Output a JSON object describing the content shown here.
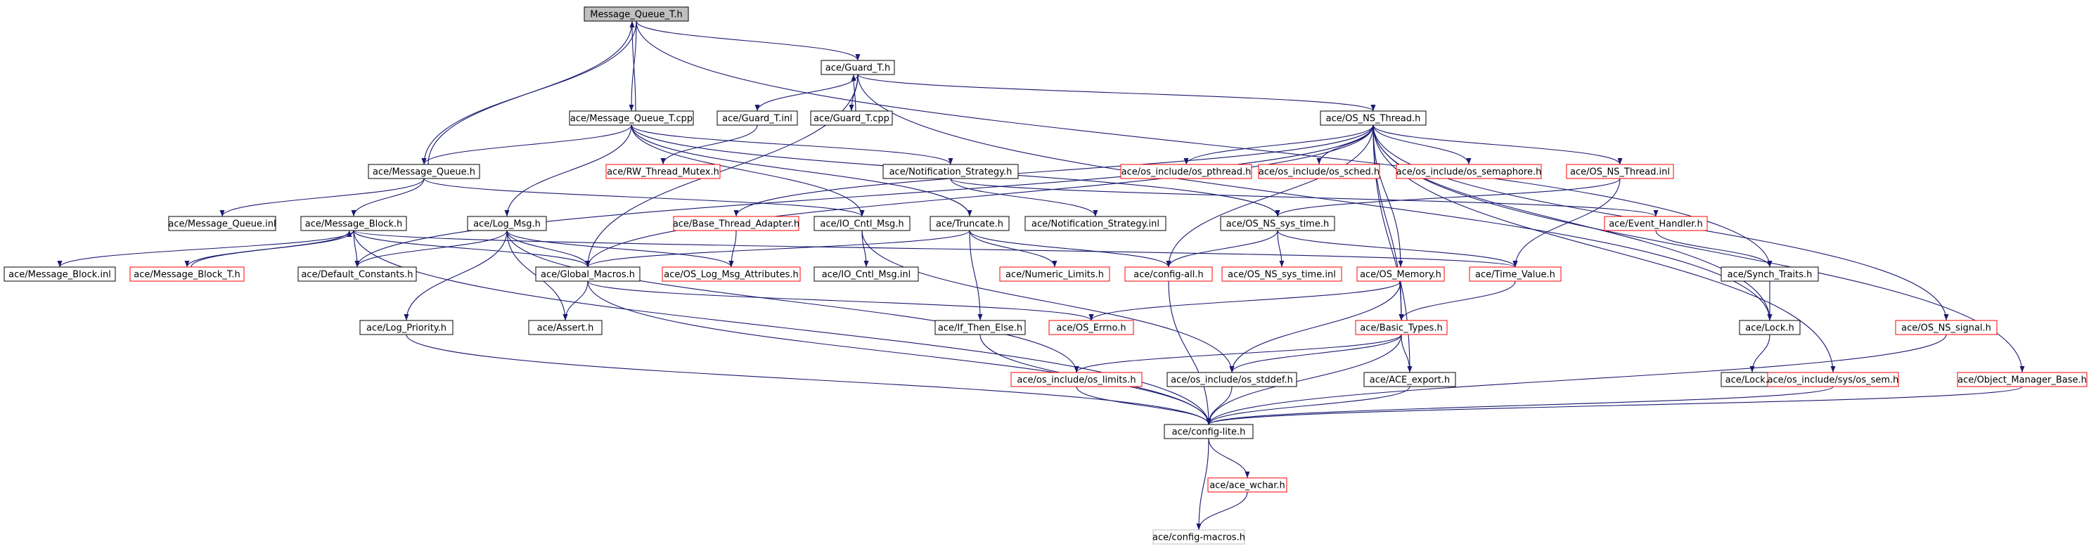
{
  "colors": {
    "edge": "#191970",
    "root_fill": "#bfbfbf",
    "box_border": "#000000",
    "missing_border": "#ff0000",
    "unavailable_border": "#bfbfbf"
  },
  "nodes": [
    {
      "id": "mq_t_h",
      "label": "Message_Queue_T.h",
      "style": "root"
    },
    {
      "id": "guard_t_h",
      "label": "ace/Guard_T.h",
      "style": "normal"
    },
    {
      "id": "guard_t_inl",
      "label": "ace/Guard_T.inl",
      "style": "normal"
    },
    {
      "id": "guard_t_cpp",
      "label": "ace/Guard_T.cpp",
      "style": "normal"
    },
    {
      "id": "mq_t_cpp",
      "label": "ace/Message_Queue_T.cpp",
      "style": "normal"
    },
    {
      "id": "os_ns_thread_h",
      "label": "ace/OS_NS_Thread.h",
      "style": "normal"
    },
    {
      "id": "mq_h",
      "label": "ace/Message_Queue.h",
      "style": "normal"
    },
    {
      "id": "rw_thread_mutex",
      "label": "ace/RW_Thread_Mutex.h",
      "style": "missing"
    },
    {
      "id": "notif_strategy_h",
      "label": "ace/Notification_Strategy.h",
      "style": "normal"
    },
    {
      "id": "pthread",
      "label": "ace/os_include/os_pthread.h",
      "style": "missing"
    },
    {
      "id": "sched",
      "label": "ace/os_include/os_sched.h",
      "style": "missing"
    },
    {
      "id": "semaphore",
      "label": "ace/os_include/os_semaphore.h",
      "style": "missing"
    },
    {
      "id": "os_ns_thread_inl",
      "label": "ace/OS_NS_Thread.inl",
      "style": "missing"
    },
    {
      "id": "mq_inl",
      "label": "ace/Message_Queue.inl",
      "style": "normal"
    },
    {
      "id": "msg_block_h",
      "label": "ace/Message_Block.h",
      "style": "normal"
    },
    {
      "id": "log_msg_h",
      "label": "ace/Log_Msg.h",
      "style": "normal"
    },
    {
      "id": "base_thread_adapter",
      "label": "ace/Base_Thread_Adapter.h",
      "style": "missing"
    },
    {
      "id": "io_cntl_msg_h",
      "label": "ace/IO_Cntl_Msg.h",
      "style": "normal"
    },
    {
      "id": "truncate_h",
      "label": "ace/Truncate.h",
      "style": "normal"
    },
    {
      "id": "notif_strategy_inl",
      "label": "ace/Notification_Strategy.inl",
      "style": "normal"
    },
    {
      "id": "os_ns_sys_time_h",
      "label": "ace/OS_NS_sys_time.h",
      "style": "normal"
    },
    {
      "id": "event_handler",
      "label": "ace/Event_Handler.h",
      "style": "missing"
    },
    {
      "id": "msg_block_inl",
      "label": "ace/Message_Block.inl",
      "style": "normal"
    },
    {
      "id": "msg_block_t_h",
      "label": "ace/Message_Block_T.h",
      "style": "missing"
    },
    {
      "id": "default_constants",
      "label": "ace/Default_Constants.h",
      "style": "normal"
    },
    {
      "id": "global_macros",
      "label": "ace/Global_Macros.h",
      "style": "normal"
    },
    {
      "id": "log_msg_attributes",
      "label": "ace/OS_Log_Msg_Attributes.h",
      "style": "missing"
    },
    {
      "id": "io_cntl_msg_inl",
      "label": "ace/IO_Cntl_Msg.inl",
      "style": "normal"
    },
    {
      "id": "numeric_limits",
      "label": "ace/Numeric_Limits.h",
      "style": "missing"
    },
    {
      "id": "config_all",
      "label": "ace/config-all.h",
      "style": "missing"
    },
    {
      "id": "os_ns_sys_time_inl",
      "label": "ace/OS_NS_sys_time.inl",
      "style": "missing"
    },
    {
      "id": "os_memory",
      "label": "ace/OS_Memory.h",
      "style": "missing"
    },
    {
      "id": "time_value",
      "label": "ace/Time_Value.h",
      "style": "missing"
    },
    {
      "id": "synch_traits",
      "label": "ace/Synch_Traits.h",
      "style": "normal"
    },
    {
      "id": "log_priority",
      "label": "ace/Log_Priority.h",
      "style": "normal"
    },
    {
      "id": "assert_h",
      "label": "ace/Assert.h",
      "style": "normal"
    },
    {
      "id": "if_then_else",
      "label": "ace/If_Then_Else.h",
      "style": "normal"
    },
    {
      "id": "os_errno",
      "label": "ace/OS_Errno.h",
      "style": "missing"
    },
    {
      "id": "basic_types",
      "label": "ace/Basic_Types.h",
      "style": "missing"
    },
    {
      "id": "lock_h",
      "label": "ace/Lock.h",
      "style": "normal"
    },
    {
      "id": "os_ns_signal",
      "label": "ace/OS_NS_signal.h",
      "style": "missing"
    },
    {
      "id": "os_limits",
      "label": "ace/os_include/os_limits.h",
      "style": "missing"
    },
    {
      "id": "os_stddef",
      "label": "ace/os_include/os_stddef.h",
      "style": "normal"
    },
    {
      "id": "ace_export",
      "label": "ace/ACE_export.h",
      "style": "normal"
    },
    {
      "id": "lock_inl",
      "label": "ace/Lock.inl",
      "style": "normal"
    },
    {
      "id": "os_sem",
      "label": "ace/os_include/sys/os_sem.h",
      "style": "missing"
    },
    {
      "id": "obj_mgr_base",
      "label": "ace/Object_Manager_Base.h",
      "style": "missing"
    },
    {
      "id": "config_lite",
      "label": "ace/config-lite.h",
      "style": "normal"
    },
    {
      "id": "ace_wchar",
      "label": "ace/ace_wchar.h",
      "style": "missing"
    },
    {
      "id": "config_macros",
      "label": "ace/config-macros.h",
      "style": "unavailable"
    }
  ],
  "edges": [
    [
      "mq_t_h",
      "guard_t_h"
    ],
    [
      "mq_t_h",
      "mq_t_cpp"
    ],
    [
      "mq_t_h",
      "mq_h"
    ],
    [
      "mq_t_h",
      "synch_traits"
    ],
    [
      "guard_t_h",
      "guard_t_inl"
    ],
    [
      "guard_t_h",
      "guard_t_cpp"
    ],
    [
      "guard_t_h",
      "os_ns_thread_h"
    ],
    [
      "guard_t_h",
      "global_macros"
    ],
    [
      "guard_t_h",
      "lock_h"
    ],
    [
      "guard_t_cpp",
      "guard_t_h"
    ],
    [
      "guard_t_inl",
      "rw_thread_mutex"
    ],
    [
      "mq_t_cpp",
      "mq_h"
    ],
    [
      "mq_t_cpp",
      "mq_t_h"
    ],
    [
      "mq_t_cpp",
      "notif_strategy_h"
    ],
    [
      "mq_t_cpp",
      "log_msg_h"
    ],
    [
      "mq_t_cpp",
      "io_cntl_msg_h"
    ],
    [
      "mq_t_cpp",
      "truncate_h"
    ],
    [
      "mq_t_cpp",
      "os_ns_sys_time_h"
    ],
    [
      "mq_h",
      "mq_inl"
    ],
    [
      "mq_h",
      "msg_block_h"
    ],
    [
      "mq_h",
      "io_cntl_msg_h"
    ],
    [
      "mq_h",
      "mq_t_h"
    ],
    [
      "notif_strategy_h",
      "notif_strategy_inl"
    ],
    [
      "notif_strategy_h",
      "event_handler"
    ],
    [
      "os_ns_thread_h",
      "pthread"
    ],
    [
      "os_ns_thread_h",
      "sched"
    ],
    [
      "os_ns_thread_h",
      "semaphore"
    ],
    [
      "os_ns_thread_h",
      "os_ns_thread_inl"
    ],
    [
      "os_ns_thread_h",
      "base_thread_adapter"
    ],
    [
      "os_ns_thread_h",
      "config_all"
    ],
    [
      "os_ns_thread_h",
      "global_macros"
    ],
    [
      "os_ns_thread_h",
      "default_constants"
    ],
    [
      "os_ns_thread_h",
      "os_memory"
    ],
    [
      "os_ns_thread_h",
      "basic_types"
    ],
    [
      "os_ns_thread_h",
      "os_sem"
    ],
    [
      "os_ns_thread_h",
      "os_ns_signal"
    ],
    [
      "os_ns_thread_h",
      "obj_mgr_base"
    ],
    [
      "os_ns_thread_h",
      "ace_export"
    ],
    [
      "os_ns_thread_h",
      "lock_h"
    ],
    [
      "os_ns_thread_inl",
      "os_ns_sys_time_h"
    ],
    [
      "os_ns_thread_inl",
      "time_value"
    ],
    [
      "base_thread_adapter",
      "log_msg_attributes"
    ],
    [
      "msg_block_h",
      "msg_block_inl"
    ],
    [
      "msg_block_h",
      "msg_block_t_h"
    ],
    [
      "msg_block_h",
      "default_constants"
    ],
    [
      "msg_block_h",
      "global_macros"
    ],
    [
      "msg_block_h",
      "time_value"
    ],
    [
      "msg_block_h",
      "config_lite"
    ],
    [
      "msg_block_t_h",
      "msg_block_h"
    ],
    [
      "log_msg_h",
      "default_constants"
    ],
    [
      "log_msg_h",
      "global_macros"
    ],
    [
      "log_msg_h",
      "log_msg_attributes"
    ],
    [
      "log_msg_h",
      "log_priority"
    ],
    [
      "log_msg_h",
      "assert_h"
    ],
    [
      "log_msg_h",
      "os_limits"
    ],
    [
      "io_cntl_msg_h",
      "io_cntl_msg_inl"
    ],
    [
      "io_cntl_msg_h",
      "os_stddef"
    ],
    [
      "truncate_h",
      "global_macros"
    ],
    [
      "truncate_h",
      "numeric_limits"
    ],
    [
      "truncate_h",
      "config_all"
    ],
    [
      "truncate_h",
      "if_then_else"
    ],
    [
      "os_ns_sys_time_h",
      "config_all"
    ],
    [
      "os_ns_sys_time_h",
      "os_ns_sys_time_inl"
    ],
    [
      "os_ns_sys_time_h",
      "time_value"
    ],
    [
      "event_handler",
      "synch_traits"
    ],
    [
      "global_macros",
      "assert_h"
    ],
    [
      "global_macros",
      "os_errno"
    ],
    [
      "global_macros",
      "config_lite"
    ],
    [
      "config_all",
      "config_lite"
    ],
    [
      "os_memory",
      "os_errno"
    ],
    [
      "os_memory",
      "basic_types"
    ],
    [
      "os_memory",
      "os_stddef"
    ],
    [
      "time_value",
      "basic_types"
    ],
    [
      "synch_traits",
      "lock_h"
    ],
    [
      "lock_h",
      "lock_inl"
    ],
    [
      "log_priority",
      "config_lite"
    ],
    [
      "if_then_else",
      "config_lite"
    ],
    [
      "basic_types",
      "os_limits"
    ],
    [
      "basic_types",
      "os_stddef"
    ],
    [
      "basic_types",
      "ace_export"
    ],
    [
      "basic_types",
      "config_lite"
    ],
    [
      "os_limits",
      "config_lite"
    ],
    [
      "os_stddef",
      "config_lite"
    ],
    [
      "ace_export",
      "config_lite"
    ],
    [
      "os_sem",
      "config_lite"
    ],
    [
      "obj_mgr_base",
      "config_lite"
    ],
    [
      "os_ns_signal",
      "config_lite"
    ],
    [
      "config_lite",
      "ace_wchar"
    ],
    [
      "config_lite",
      "config_macros"
    ],
    [
      "ace_wchar",
      "config_macros"
    ]
  ]
}
